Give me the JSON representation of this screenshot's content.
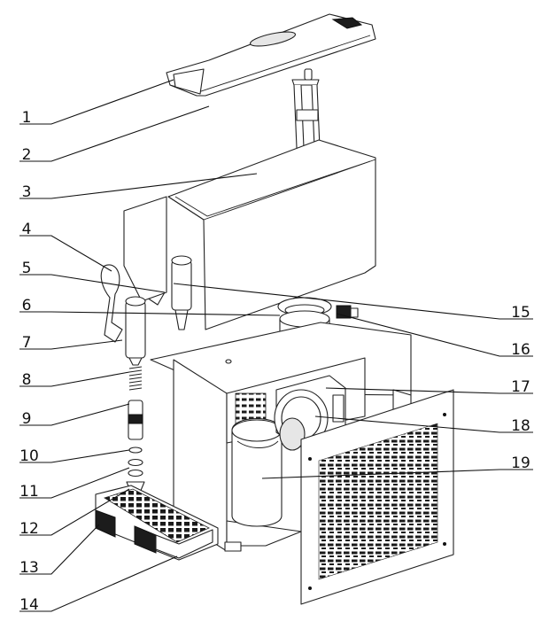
{
  "callouts_left": [
    "1",
    "2",
    "3",
    "4",
    "5",
    "6",
    "7",
    "8",
    "9",
    "10",
    "11",
    "12",
    "13",
    "14"
  ],
  "callouts_right": [
    "15",
    "16",
    "17",
    "18",
    "19"
  ],
  "colors": {
    "line": "#222222",
    "background": "#ffffff",
    "shade": "#e6e6e6"
  }
}
